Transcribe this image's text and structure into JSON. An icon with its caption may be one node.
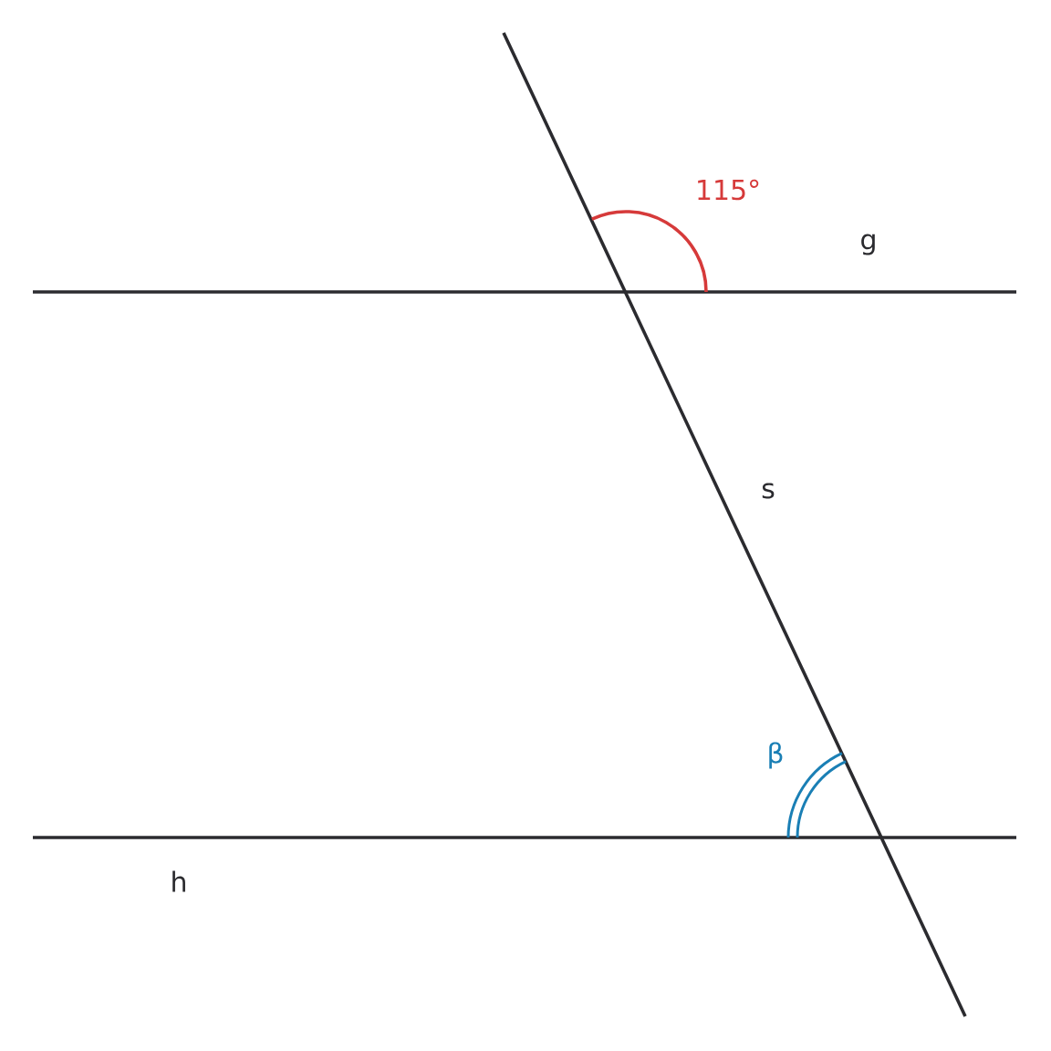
{
  "diagram": {
    "labels": [
      "115°",
      "g",
      "s",
      "β",
      "h"
    ]
  }
}
